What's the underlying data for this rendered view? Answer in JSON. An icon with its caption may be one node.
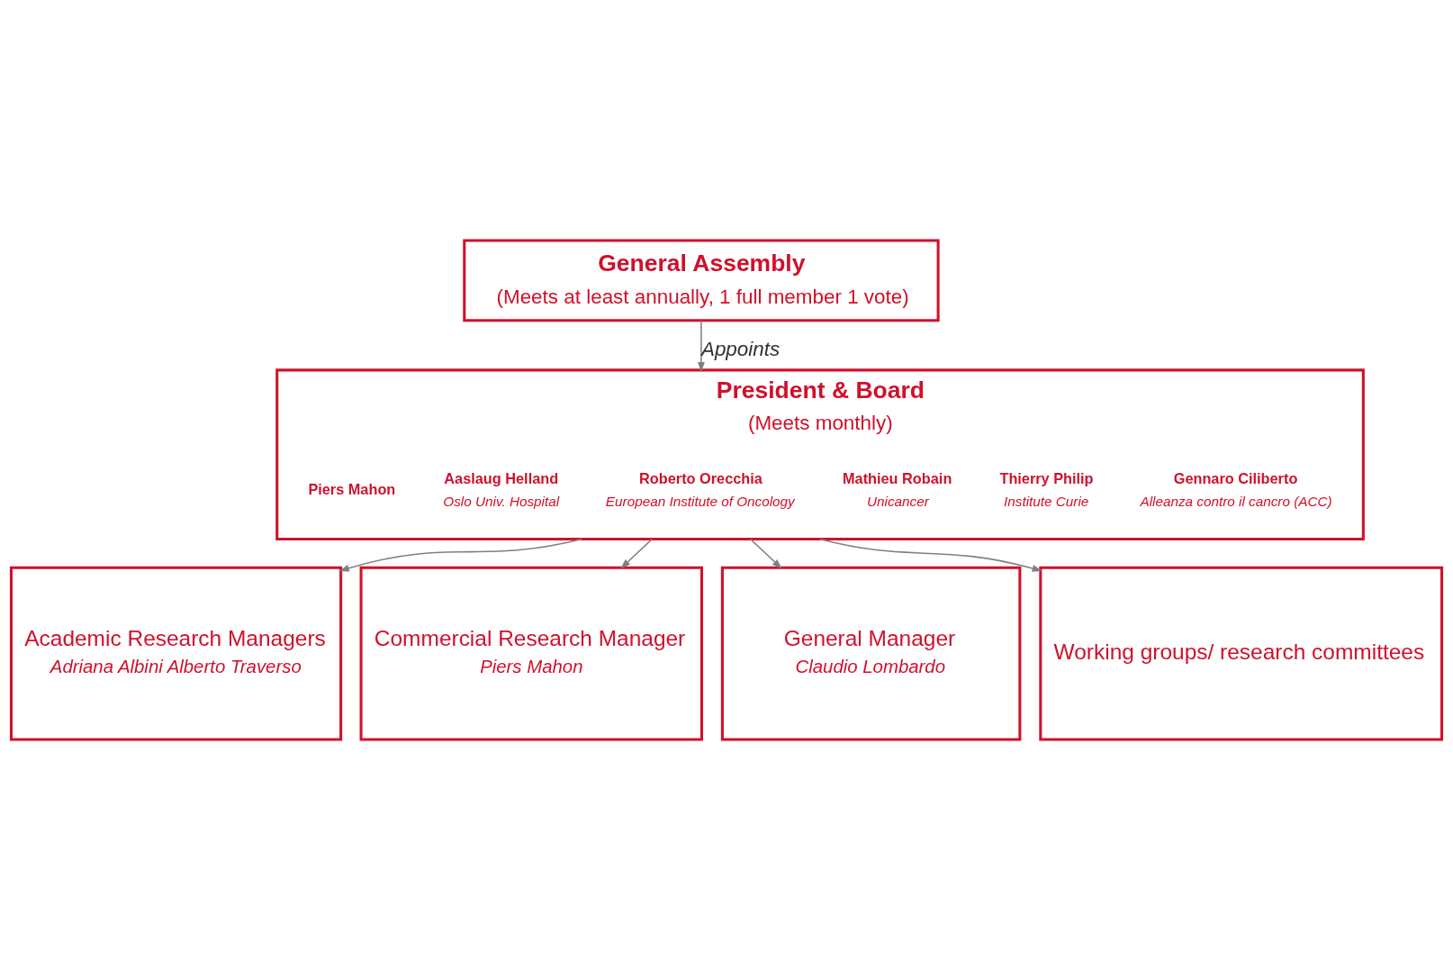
{
  "diagram": {
    "nodes": [
      {
        "text": [
          "General Assembly",
          "(Meets at least annually, 1 full member 1 vote)"
        ]
      },
      {
        "text": [
          "President & Board",
          "(Meets monthly)"
        ]
      },
      {
        "text": [
          "Gennaro Ciliberto",
          "Alleanza contro il cancro (ACC)"
        ],
        "in": 1
      },
      {
        "text": [
          "Thierry Philip",
          "Institute Curie"
        ],
        "in": 1
      },
      {
        "text": [
          "Mathieu Robain",
          "Unicancer"
        ],
        "in": 1
      },
      {
        "text": [
          "Roberto Orecchia",
          "European Institute of Oncology"
        ],
        "in": 1
      },
      {
        "text": [
          "Aaslaug Helland",
          "Oslo Univ. Hospital"
        ],
        "in": 1
      },
      {
        "text": [
          "Piers Mahon"
        ],
        "in": 1
      },
      {
        "text": [
          "Academic Research Managers",
          "Adriana Albini Alberto Traverso"
        ]
      },
      {
        "text": [
          "Commercial Research Manager",
          "Piers Mahon"
        ]
      },
      {
        "text": [
          "General Manager",
          "Claudio Lombardo"
        ]
      },
      {
        "text": [
          "Working groups/ research committees"
        ]
      }
    ],
    "edges": [
      {
        "from": 0,
        "to": 1,
        "arrow": "to",
        "label": "Appoints"
      },
      {
        "from": 1,
        "to": 8,
        "arrow": "to"
      },
      {
        "from": 1,
        "to": 9,
        "arrow": "to"
      },
      {
        "from": 1,
        "to": 10,
        "arrow": "to"
      },
      {
        "from": 1,
        "to": 11,
        "arrow": "to"
      }
    ]
  }
}
